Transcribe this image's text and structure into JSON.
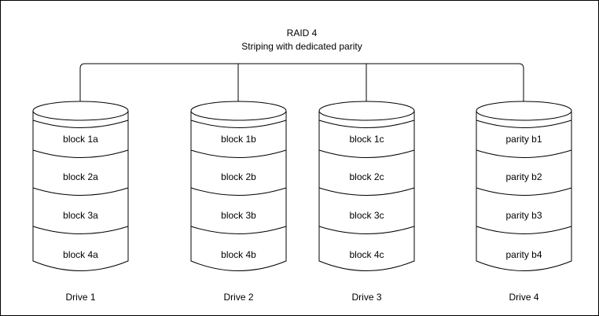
{
  "diagram": {
    "title": "RAID 4",
    "subtitle": "Striping with dedicated parity",
    "colors": {
      "stroke": "#000000",
      "fill": "#ffffff",
      "background": "#ffffff",
      "border": "#000000"
    },
    "bus": {
      "name": "raid-controller-bus"
    },
    "drives": [
      {
        "label": "Drive 1",
        "blocks": [
          "block 1a",
          "block 2a",
          "block 3a",
          "block 4a"
        ]
      },
      {
        "label": "Drive 2",
        "blocks": [
          "block 1b",
          "block 2b",
          "block 3b",
          "block 4b"
        ]
      },
      {
        "label": "Drive 3",
        "blocks": [
          "block 1c",
          "block 2c",
          "block 3c",
          "block 4c"
        ]
      },
      {
        "label": "Drive 4",
        "blocks": [
          "parity b1",
          "parity b2",
          "parity b3",
          "parity b4"
        ]
      }
    ]
  }
}
